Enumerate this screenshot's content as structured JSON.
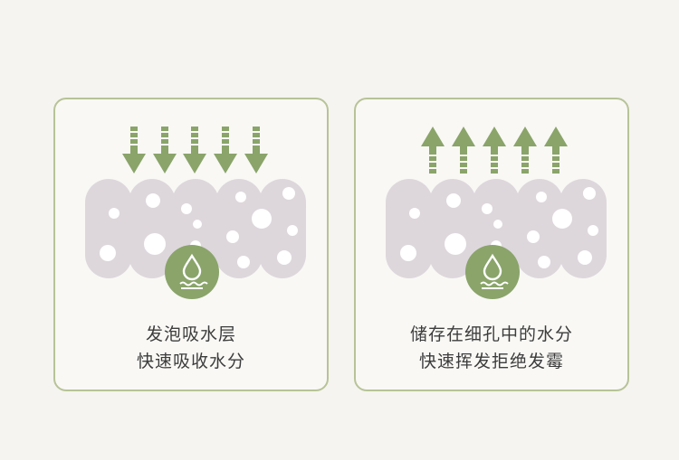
{
  "colors": {
    "background": "#f5f4f0",
    "card_border": "#b7c397",
    "arrow": "#8aa46a",
    "cell": "#ddd7dc",
    "badge": "#8aa46a"
  },
  "icons": {
    "down_arrows": "arrow-down-icon",
    "up_arrows": "arrow-up-icon",
    "badge": "water-drop-icon"
  },
  "cards": [
    {
      "line1": "发泡吸水层",
      "line2": "快速吸收水分"
    },
    {
      "line1": "储存在细孔中的水分",
      "line2": "快速挥发拒绝发霉"
    }
  ]
}
